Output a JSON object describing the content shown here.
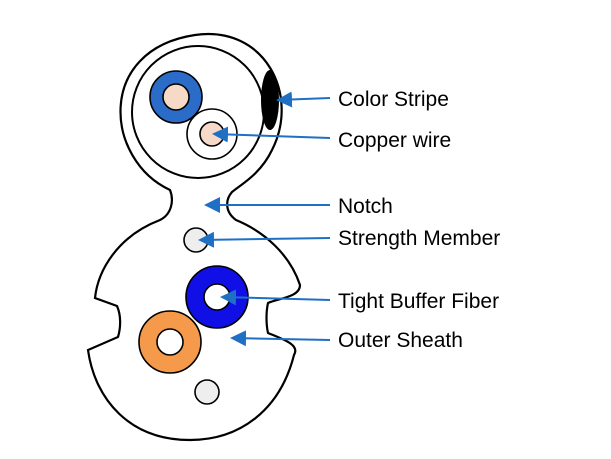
{
  "labels": {
    "color_stripe": "Color Stripe",
    "copper_wire": "Copper wire",
    "notch": "Notch",
    "strength_member": "Strength Member",
    "tight_buffer_fiber": "Tight Buffer Fiber",
    "outer_sheath": "Outer Sheath"
  },
  "colors": {
    "arrow": "#1f6fc5",
    "copper_insulation_blue": "#2a6cc7",
    "copper_core": "#f7d9c8",
    "tight_buffer_blue": "#1010e6",
    "orange_fiber": "#f59a4a",
    "strength_member_fill": "#eeeeee",
    "stripe": "#000000"
  }
}
